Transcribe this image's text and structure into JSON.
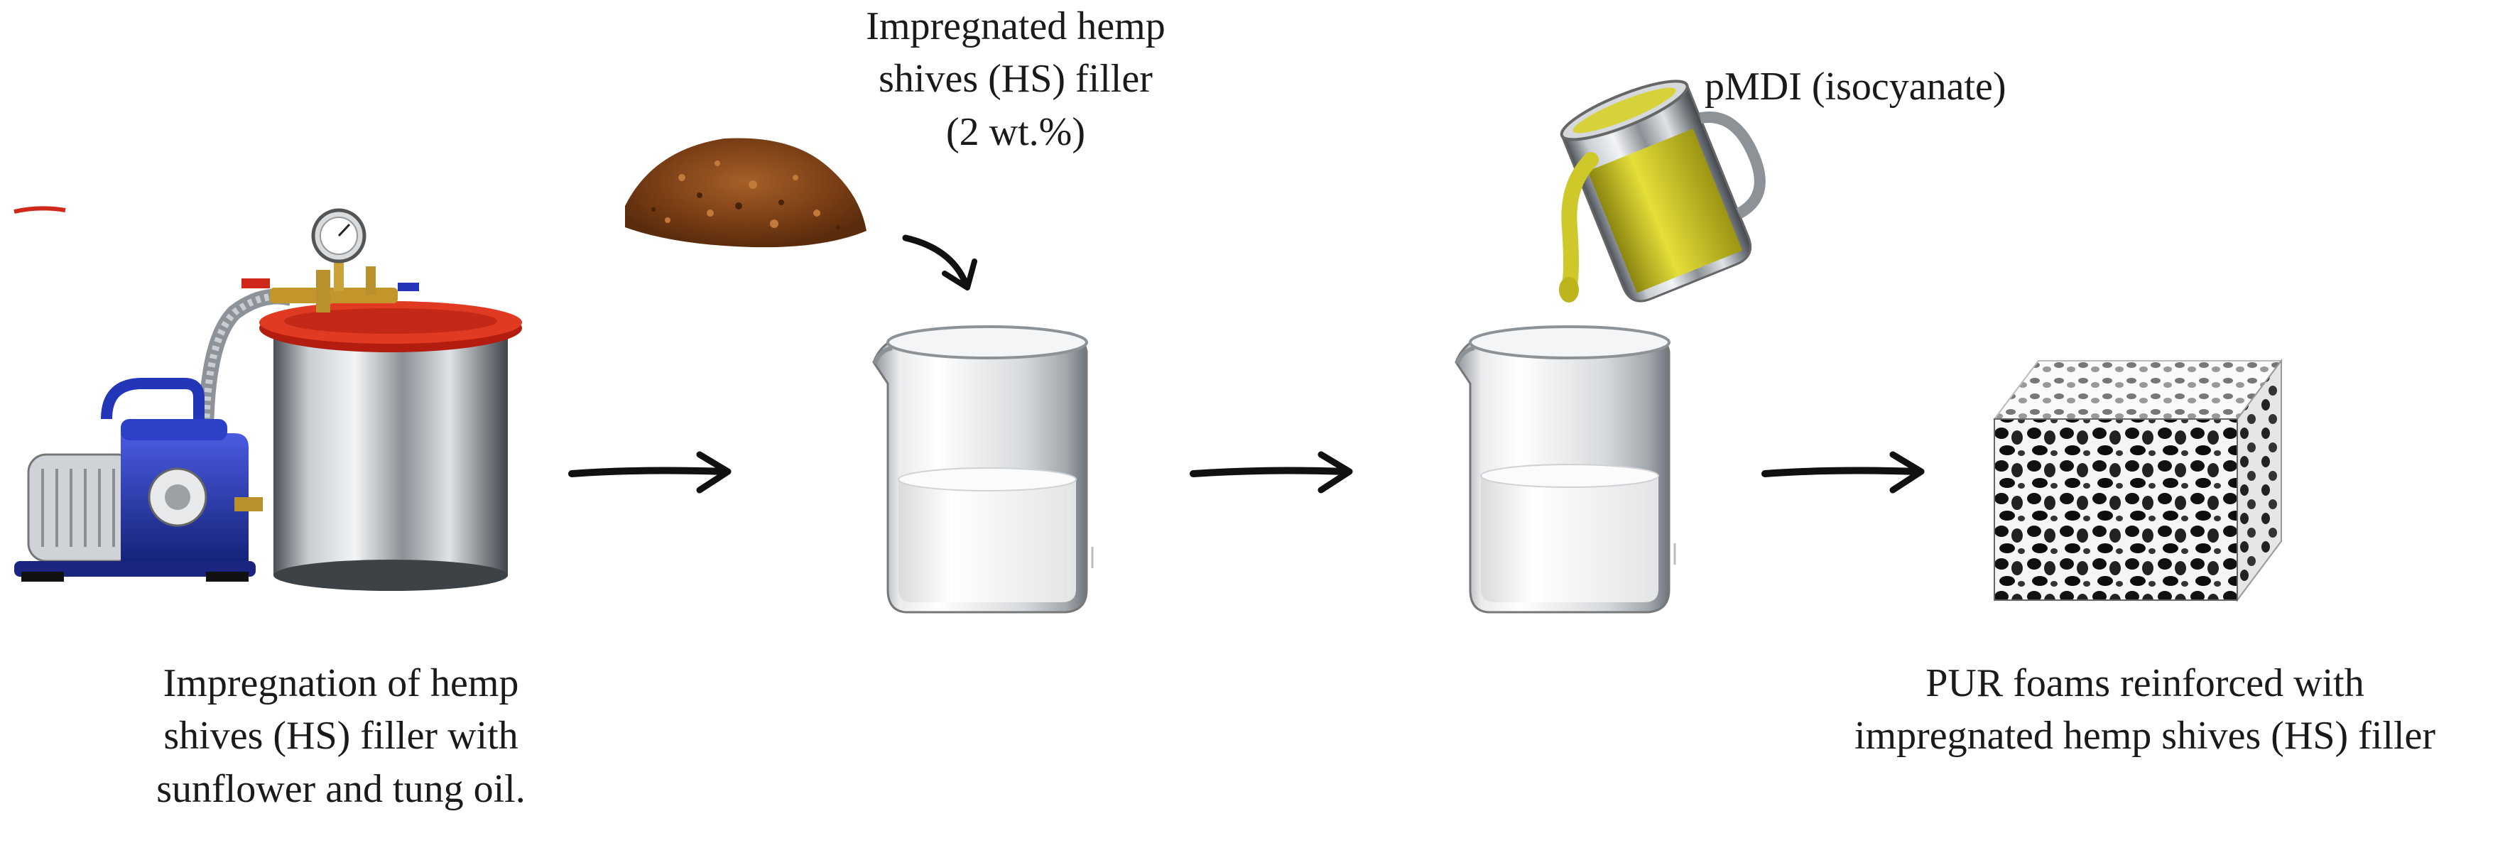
{
  "labels": {
    "impregnation": {
      "line1": "Impregnation of hemp",
      "line2": "shives (HS) filler with",
      "line3": "sunflower and tung oil."
    },
    "filler": {
      "line1": "Impregnated hemp",
      "line2": "shives (HS) filler",
      "line3": "(2 wt.%)"
    },
    "pmdi": {
      "line1": "pMDI (isocyanate)"
    },
    "result": {
      "line1": "PUR foams reinforced with",
      "line2": "impregnated hemp shives (HS) filler"
    }
  },
  "colors": {
    "vacuum_lid": "#d0281a",
    "pump_body": "#2335b8",
    "steel": "#9aa0a6",
    "filler_powder": "#8a4a1c",
    "isocyanate": "#c9c41e",
    "liquid": "#f4f4f4",
    "arrow": "#111111"
  }
}
